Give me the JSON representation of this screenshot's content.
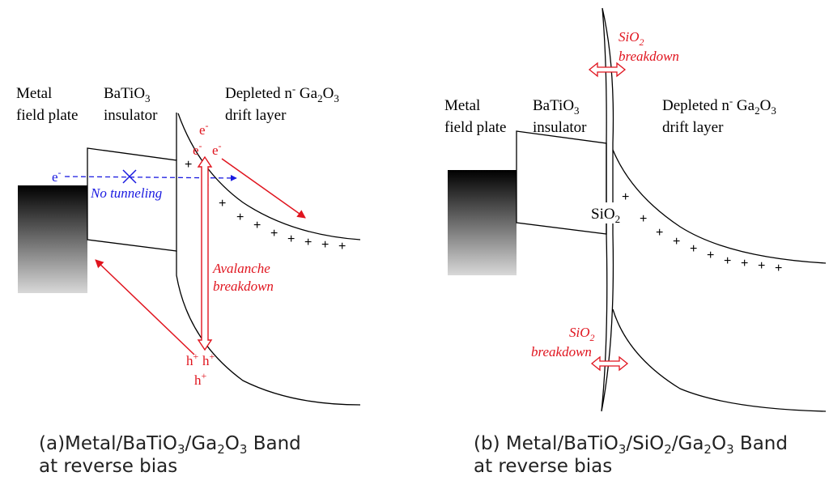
{
  "panel_a": {
    "label_metal_1": "Metal",
    "label_metal_2": "field plate",
    "label_insulator_1": "BaTiO",
    "label_insulator_sub": "3",
    "label_insulator_2": "insulator",
    "label_drift_1a": "Depleted n",
    "label_drift_sup": "-",
    "label_drift_1b": " Ga",
    "label_drift_sub1": "2",
    "label_drift_1c": "O",
    "label_drift_sub2": "3",
    "label_drift_2": "drift layer",
    "electron": "e",
    "electron_sup": "-",
    "no_tunneling": "No tunneling",
    "avalanche_1": "Avalanche",
    "avalanche_2": "breakdown",
    "hole": "h",
    "hole_sup": "+",
    "plus": "+",
    "caption_1a": "(a)Metal/BaTiO",
    "caption_1b": "/Ga",
    "caption_1c": "O",
    "caption_1d": " Band",
    "caption_sub3": "3",
    "caption_sub2": "2",
    "caption_2": "at reverse bias"
  },
  "panel_b": {
    "label_metal_1": "Metal",
    "label_metal_2": "field plate",
    "label_insulator_1": "BaTiO",
    "label_insulator_sub": "3",
    "label_insulator_2": "insulator",
    "label_drift_1a": "Depleted n",
    "label_drift_sup": "-",
    "label_drift_1b": " Ga",
    "label_drift_sub1": "2",
    "label_drift_1c": "O",
    "label_drift_sub2": "3",
    "label_drift_2": "drift layer",
    "sio2": "SiO",
    "sio2_sub": "2",
    "sio2_breakdown_1": "SiO",
    "sio2_breakdown_sub": "2",
    "sio2_breakdown_2": "breakdown",
    "plus": "+",
    "caption_1a": "(b) Metal/BaTiO",
    "caption_1b": "/SiO",
    "caption_1c": "/Ga",
    "caption_1d": "O",
    "caption_1e": " Band",
    "caption_sub3": "3",
    "caption_sub2": "2",
    "caption_2": "at reverse bias"
  },
  "colors": {
    "red": "#e0141e",
    "blue": "#1a1ae0"
  }
}
